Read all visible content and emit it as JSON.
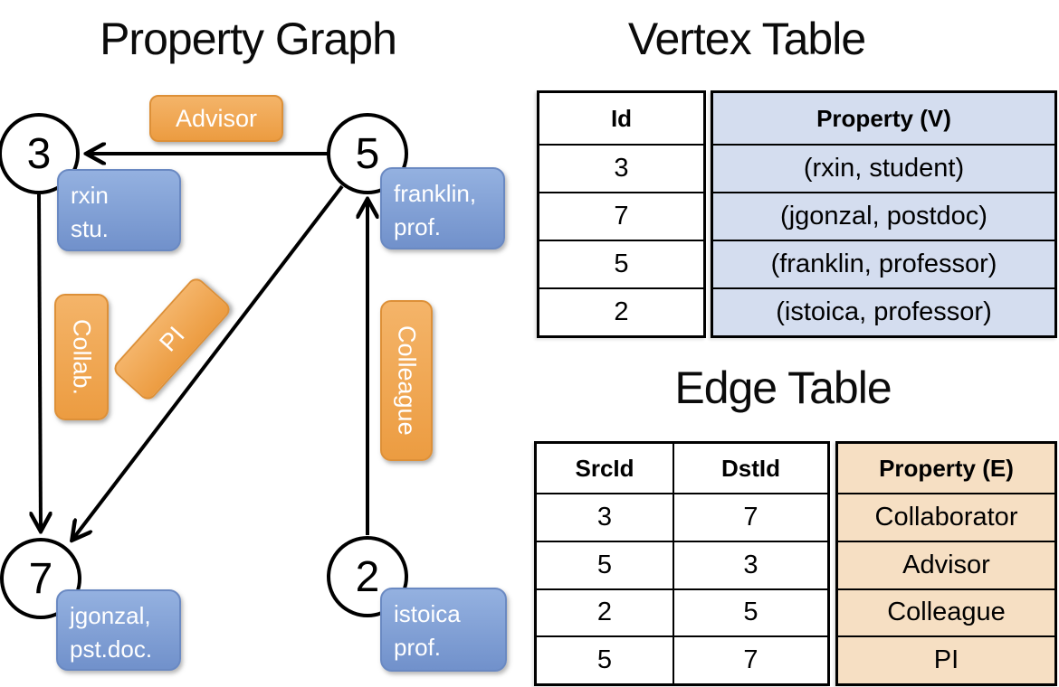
{
  "colors": {
    "edge_label_orange_top": "#f4b469",
    "edge_label_orange_bottom": "#ec9c41",
    "vertex_label_blue_top": "#94b1e0",
    "vertex_label_blue_bottom": "#7191cb",
    "vertex_property_fill": "#d4ddef",
    "edge_property_fill": "#f6dfc3",
    "line_color": "#000000"
  },
  "graph": {
    "title": "Property Graph",
    "nodes": [
      {
        "id": "3",
        "line1": "rxin",
        "line2": "stu."
      },
      {
        "id": "5",
        "line1": "franklin,",
        "line2": "prof."
      },
      {
        "id": "7",
        "line1": "jgonzal,",
        "line2": "pst.doc."
      },
      {
        "id": "2",
        "line1": "istoica",
        "line2": "prof."
      }
    ],
    "edge_labels": {
      "advisor": "Advisor",
      "collab": "Collab.",
      "pi": "PI",
      "colleague": "Colleague"
    }
  },
  "vertex_table": {
    "title": "Vertex Table",
    "headers": {
      "id": "Id",
      "property": "Property (V)"
    },
    "rows": [
      {
        "id": "3",
        "property": "(rxin, student)"
      },
      {
        "id": "7",
        "property": "(jgonzal, postdoc)"
      },
      {
        "id": "5",
        "property": "(franklin, professor)"
      },
      {
        "id": "2",
        "property": "(istoica, professor)"
      }
    ]
  },
  "edge_table": {
    "title": "Edge Table",
    "headers": {
      "src": "SrcId",
      "dst": "DstId",
      "property": "Property (E)"
    },
    "rows": [
      {
        "src": "3",
        "dst": "7",
        "property": "Collaborator"
      },
      {
        "src": "5",
        "dst": "3",
        "property": "Advisor"
      },
      {
        "src": "2",
        "dst": "5",
        "property": "Colleague"
      },
      {
        "src": "5",
        "dst": "7",
        "property": "PI"
      }
    ]
  }
}
